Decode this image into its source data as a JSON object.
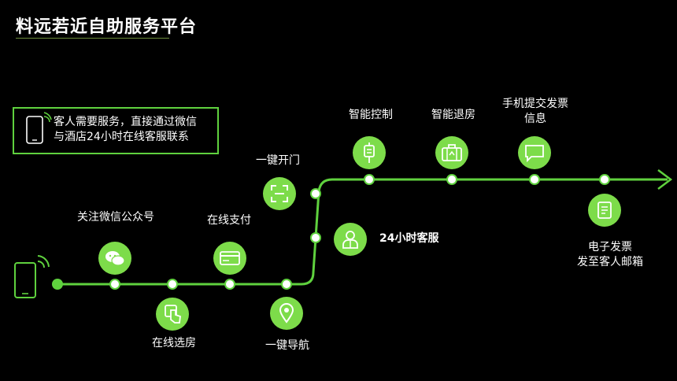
{
  "title": "料远若近自助服务平台",
  "intro": {
    "line1": "客人需要服务，直接通过微信",
    "line2": "与酒店24小时在线客服联系"
  },
  "steps": {
    "wechat": "关注微信公众号",
    "select_room": "在线选房",
    "pay": "在线支付",
    "navigate": "一键导航",
    "open_door": "一键开门",
    "service_24h": "24小时客服",
    "smart_control": "智能控制",
    "checkout": "智能退房",
    "invoice": [
      "手机提交发票",
      "信息"
    ],
    "e_invoice": [
      "电子发票",
      "发至客人邮箱"
    ]
  },
  "colors": {
    "accent": "#7ddc4a",
    "line": "#5fd13e",
    "background": "#000000"
  }
}
